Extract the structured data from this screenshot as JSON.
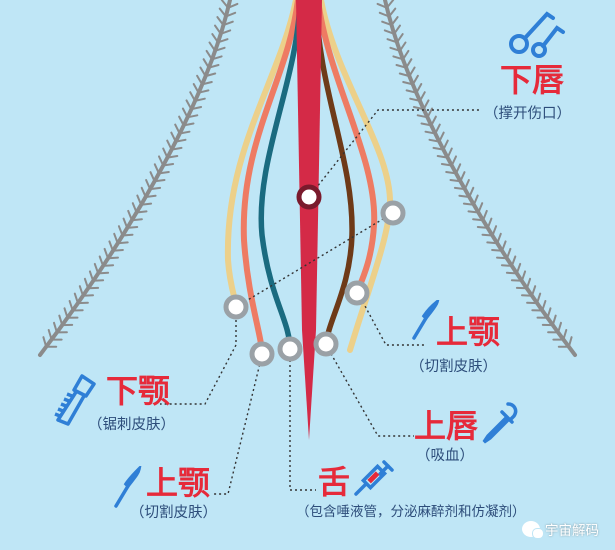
{
  "colors": {
    "background": "#bfe6f6",
    "proboscis": "#d42a47",
    "labrum_accent": "#7a1a2c",
    "maxilla_yellow": "#ecd08a",
    "mandible_salmon": "#ee7b63",
    "hypopharynx_teal": "#1a6b80",
    "labrum_brown": "#6e3a18",
    "antenna_grey": "#8b8b8b",
    "title_red": "#e62a3a",
    "subtitle_blue": "#2d4d7a",
    "icon_blue": "#2f7fd6"
  },
  "labels": {
    "lower_lip": {
      "title": "下唇",
      "desc": "（撑开伤口）",
      "icon": "forceps-icon"
    },
    "maxilla_right": {
      "title": "上颚",
      "desc": "（切割皮肤）",
      "icon": "scalpel-icon"
    },
    "mandible": {
      "title": "下颚",
      "desc": "（锯刺皮肤）",
      "icon": "saw-icon"
    },
    "upper_lip": {
      "title": "上唇",
      "desc": "（吸血）",
      "icon": "dropper-icon"
    },
    "maxilla_left": {
      "title": "上颚",
      "desc": "（切割皮肤）",
      "icon": "scalpel-icon"
    },
    "tongue": {
      "title": "舌",
      "desc": "（包含唾液管，分泌麻醉剂和仿凝剂）",
      "icon": "syringe-icon"
    }
  },
  "brand": {
    "text": "宇宙解码",
    "icon": "wechat-icon"
  }
}
